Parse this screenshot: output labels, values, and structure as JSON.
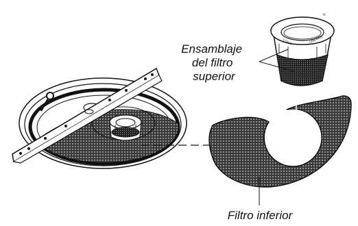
{
  "labels": {
    "upper_filter": [
      "Ensamblaje",
      "del filtro",
      "superior"
    ],
    "lower_filter": "Filtro inferior"
  },
  "upper_filter_cup_text": [
    "UNLOCK",
    "LOCK"
  ]
}
